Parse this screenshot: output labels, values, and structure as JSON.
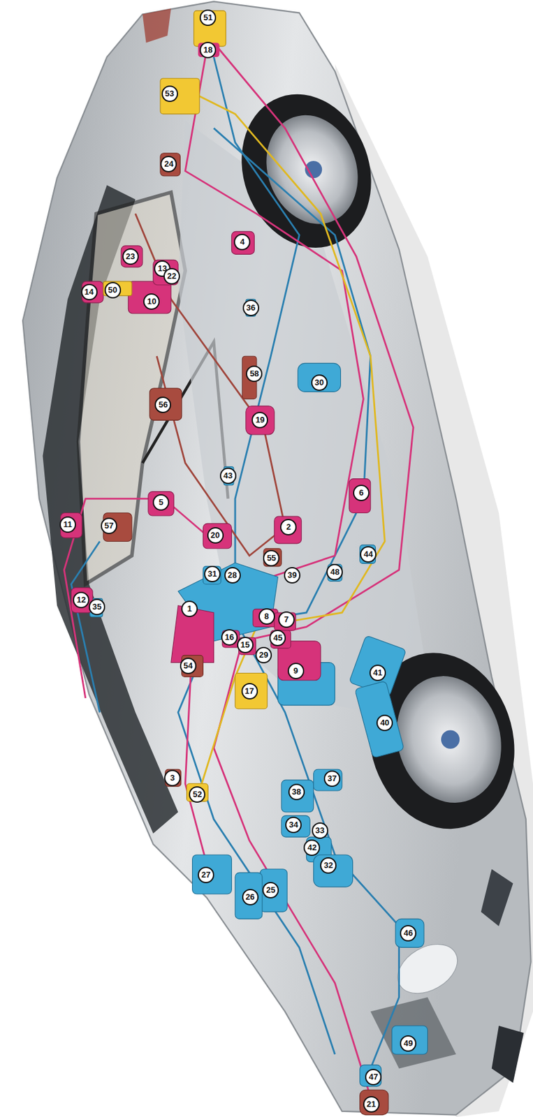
{
  "diagram": {
    "labels": [
      "51",
      "18",
      "53",
      "24",
      "4",
      "23",
      "13",
      "22",
      "50",
      "14",
      "10",
      "36",
      "58",
      "30",
      "56",
      "19",
      "43",
      "5",
      "6",
      "11",
      "57",
      "20",
      "2",
      "55",
      "44",
      "31",
      "28",
      "39",
      "48",
      "12",
      "35",
      "1",
      "8",
      "7",
      "45",
      "16",
      "15",
      "29",
      "54",
      "9",
      "41",
      "17",
      "40",
      "3",
      "52",
      "37",
      "38",
      "34",
      "33",
      "42",
      "32",
      "27",
      "25",
      "26",
      "46",
      "49",
      "47",
      "21"
    ]
  }
}
